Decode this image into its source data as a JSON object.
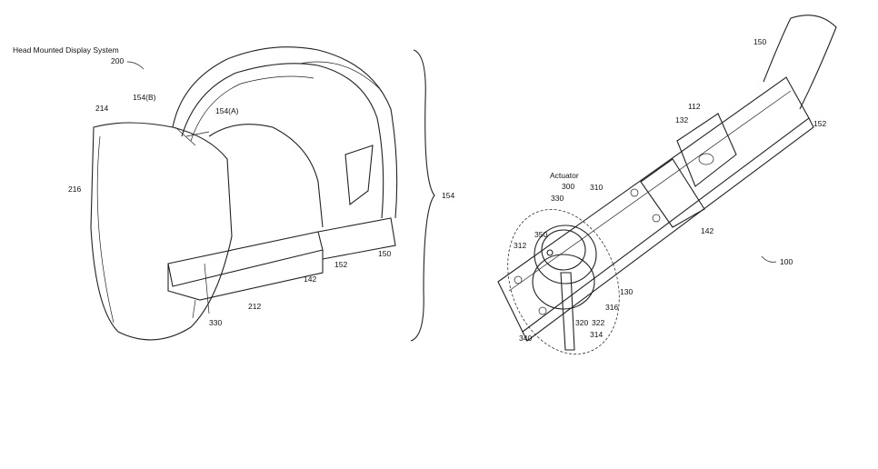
{
  "figure_left": {
    "title": "Head Mounted Display System",
    "labels": {
      "system": "200",
      "strap_b": "154(B)",
      "front": "214",
      "strap_a": "154(A)",
      "face": "216",
      "brace": "154",
      "arm": "150",
      "arm_end": "152",
      "slot": "142",
      "housing": "212",
      "actuator": "330"
    }
  },
  "figure_right": {
    "labels": {
      "arm": "150",
      "arm_end": "152",
      "clip": "112",
      "pin": "132",
      "slot": "142",
      "actuator_title": "Actuator",
      "actuator": "300",
      "plate": "310",
      "ring": "330",
      "knob": "350",
      "edge": "312",
      "base": "130",
      "tab": "316",
      "lever_a": "320",
      "lever_b": "322",
      "lever_c": "314",
      "handle": "340",
      "assembly": "100"
    }
  }
}
